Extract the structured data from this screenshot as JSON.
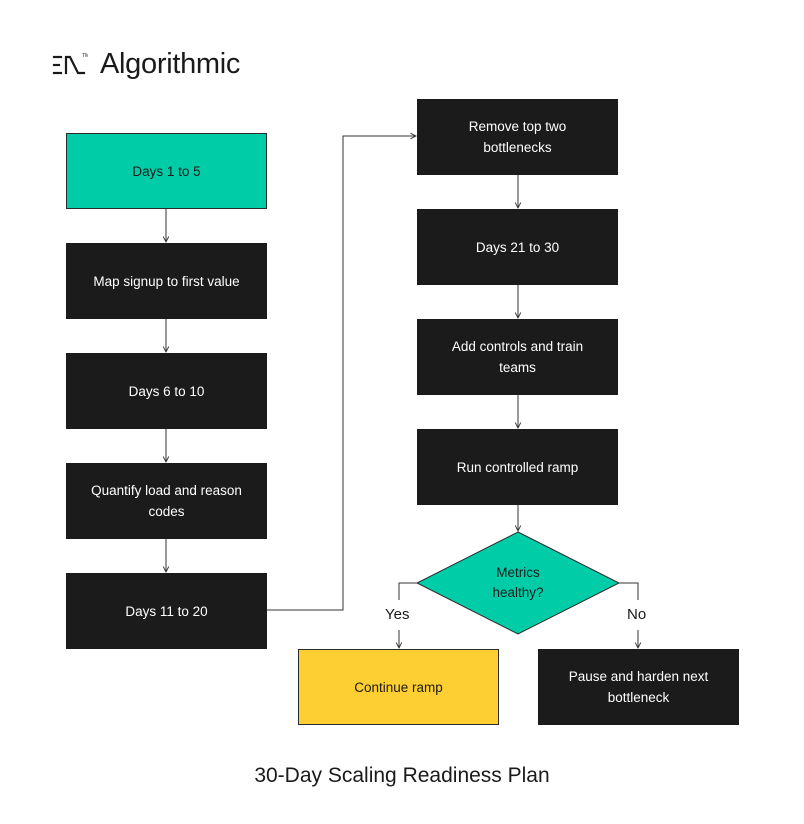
{
  "brand": {
    "name": "Algorithmic",
    "logo_icon": "algorithmic-logo-icon",
    "trademark": "TM"
  },
  "colors": {
    "dark": "#1b1b1b",
    "teal": "#00cda8",
    "yellow": "#fecf33",
    "line": "#333333"
  },
  "nodes": {
    "days_1_5": "Days 1 to 5",
    "map_signup": "Map signup to first value",
    "days_6_10": "Days 6 to 10",
    "quantify": "Quantify load and reason codes",
    "days_11_20": "Days 11 to 20",
    "remove_bottlenecks": "Remove top two bottlenecks",
    "days_21_30": "Days 21 to 30",
    "add_controls": "Add controls and train teams",
    "run_ramp": "Run controlled ramp",
    "metrics_healthy": "Metrics healthy?",
    "continue_ramp": "Continue ramp",
    "pause_harden": "Pause and harden next bottleneck"
  },
  "branches": {
    "yes": "Yes",
    "no": "No"
  },
  "title": "30-Day Scaling Readiness Plan"
}
